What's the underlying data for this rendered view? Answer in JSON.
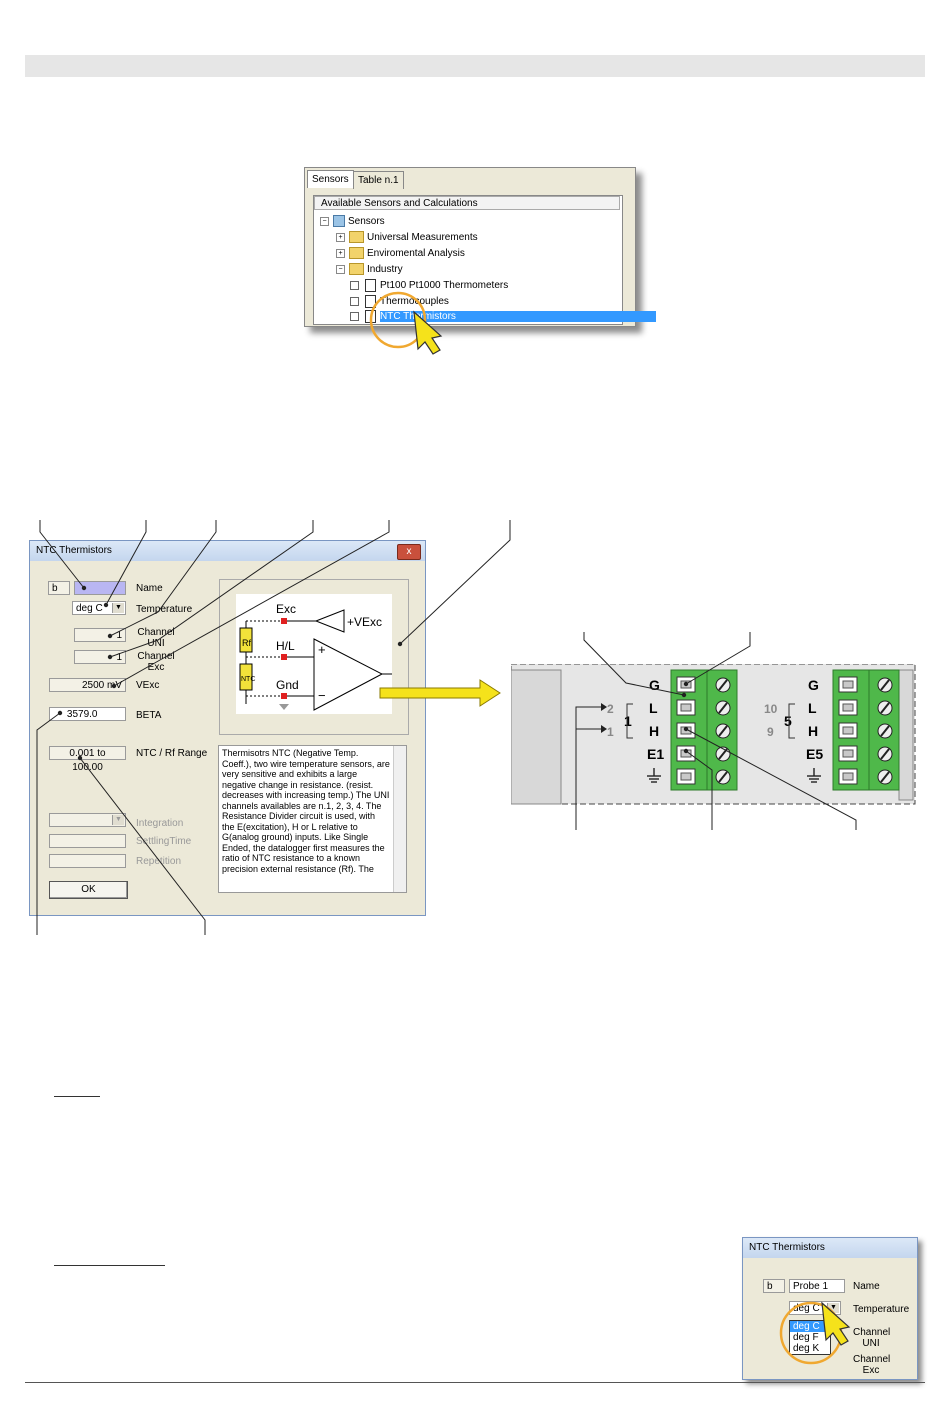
{
  "sensors_window": {
    "tabs": [
      "Sensors",
      "Table n.1"
    ],
    "tree_header": "Available Sensors and Calculations",
    "tree": [
      {
        "label": "Sensors",
        "toggle": "−"
      },
      {
        "label": "Universal Measurements",
        "toggle": "+"
      },
      {
        "label": "Enviromental Analysis",
        "toggle": "+"
      },
      {
        "label": "Industry",
        "toggle": "−"
      },
      {
        "label": "Pt100 Pt1000 Thermometers"
      },
      {
        "label": "Thermocouples"
      },
      {
        "label": "NTC Thermistors",
        "selected": true
      }
    ]
  },
  "ntc_dialog": {
    "title": "NTC Thermistors",
    "close_label": "x",
    "name_prefix": "b",
    "name_value": "",
    "name_label": "Name",
    "temperature_value": "deg C",
    "temperature_label": "Temperature",
    "channel_uni_value": "1",
    "channel_uni_label": "Channel UNI",
    "channel_exc_value": "1",
    "channel_exc_label": "Channel Exc",
    "vexc_value": "2500 mV",
    "vexc_label": "VExc",
    "beta_value": "3579.0",
    "beta_label": "BETA",
    "range_value": "0.001 to 100.00",
    "range_label": "NTC / Rf  Range",
    "integration_label": "Integration",
    "settling_label": "SettlingTime",
    "repetition_label": "Repetition",
    "ok_label": "OK",
    "description": "Thermisotrs NTC (Negative Temp. Coeff.), two wire temperature sensors, are very sensitive and exhibits a large negative change in resistance. (resist. decreases with increasing temp.) The UNI channels availables are n.1, 2, 3, 4. The Resistance Divider circuit is used, with the E(excitation), H or L relative to G(analog ground) inputs. Like Single Ended, the datalogger first measures the ratio of NTC resistance to a known precision external resistance (Rf). The",
    "schematic": {
      "exc": "Exc",
      "hl": "H/L",
      "gnd": "Gnd",
      "vexc": "+VExc",
      "rf": "Rf",
      "ntc": "NTC",
      "plus": "+",
      "minus": "−"
    }
  },
  "terminal_board": {
    "left_block": {
      "labels": [
        "G",
        "L",
        "H",
        "E1"
      ],
      "numbers": [
        "2",
        "1"
      ],
      "group": "1"
    },
    "right_block": {
      "labels": [
        "G",
        "L",
        "H",
        "E5"
      ],
      "numbers": [
        "10",
        "9"
      ],
      "group": "5"
    }
  },
  "small_dialog": {
    "title": "NTC Thermistors",
    "name_prefix": "b",
    "name_value": "Probe 1",
    "name_label": "Name",
    "temperature_value": "deg C",
    "temperature_label": "Temperature",
    "options": [
      "deg C",
      "deg F",
      "deg K"
    ],
    "channel_uni_label": "Channel UNI",
    "channel_exc_label": "Channel Exc"
  },
  "colors": {
    "accent": "#3399ff",
    "terminal_green": "#4fb84a",
    "highlight_ring": "#f0a830",
    "arrow_yellow": "#f5e21b",
    "schematic_pin": "#e02020",
    "resistor_fill": "#f2e23a"
  }
}
